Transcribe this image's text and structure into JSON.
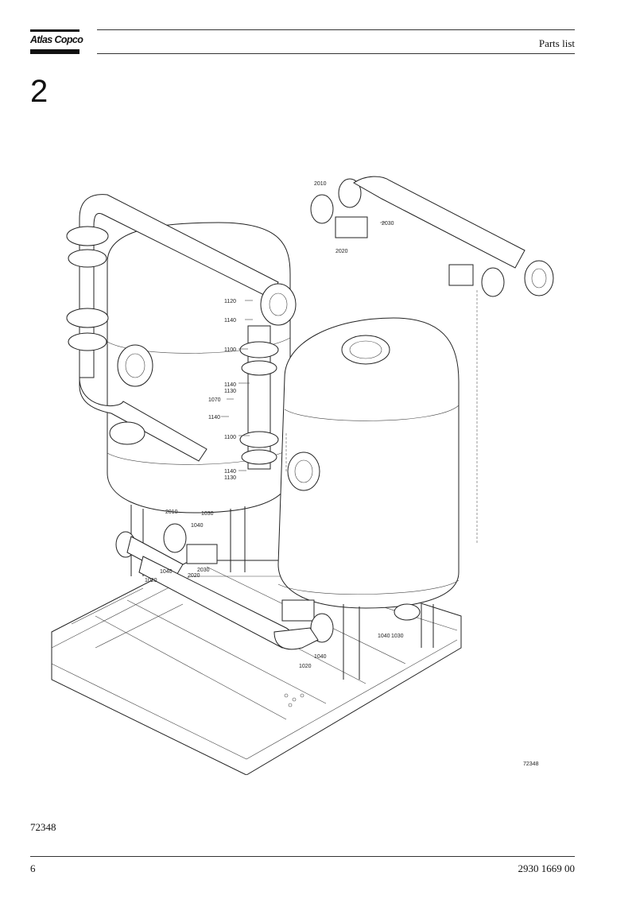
{
  "header": {
    "brand": "Atlas Copco",
    "title": "Parts list"
  },
  "section": {
    "number": "2"
  },
  "drawing": {
    "figure_id": "72348",
    "callouts": {
      "c2010a": "2010",
      "c2030a": "2030",
      "c2020a": "2020",
      "c1120": "1120",
      "c1140a": "1140",
      "c1100a": "1100",
      "c1140b": "1140",
      "c1130a": "1130",
      "c1070": "1070",
      "c1140c": "1140",
      "c1100b": "1100",
      "c1140d": "1140",
      "c1130b": "1130",
      "c2010b": "2010",
      "c1030a": "1030",
      "c1040a": "1040",
      "c1040b": "1040",
      "c1020a": "1020",
      "c2020b": "2020",
      "c2030b": "2030",
      "c1040c": "1040",
      "c1030b": "1030",
      "c1040d": "1040",
      "c1020b": "1020"
    }
  },
  "figure_reference": "72348",
  "footer": {
    "page_number": "6",
    "document_number": "2930 1669 00"
  }
}
